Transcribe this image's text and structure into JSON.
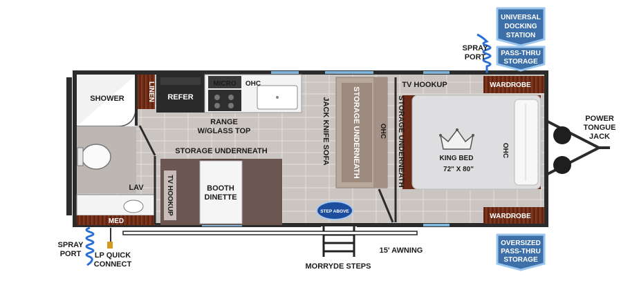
{
  "colors": {
    "floor_tile": "#cdc7c3",
    "wall": "#2b2b2b",
    "bed_blanket": "#d9d9db",
    "wood": "#6a2a16",
    "badge_fill": "#3d6fa8",
    "badge_border": "#9cc6ee",
    "hose_blue": "#2a6fd6",
    "sofa": "#9c8a7e"
  },
  "labels": {
    "shower": "SHOWER",
    "linen": "LINEN",
    "refer": "REFER",
    "micro": "MICRO",
    "ohc_kitchen": "OHC",
    "range_line1": "RANGE",
    "range_line2": "W/GLASS TOP",
    "storage_underneath_dinette": "STORAGE UNDERNEATH",
    "lav": "LAV",
    "med": "MED",
    "tv_hookup_dinette": "TV HOOKUP",
    "booth_line1": "BOOTH",
    "booth_line2": "DINETTE",
    "jack_knife_sofa": "JACK KNIFE SOFA",
    "storage_underneath_sofa": "STORAGE UNDERNEATH",
    "ohc_sofa": "OHC",
    "storage_underneath_bed": "STORAGE UNDERNEATH",
    "tv_hookup_bedroom": "TV HOOKUP",
    "king_bed": "KING BED",
    "bed_size": "72\" X 80\"",
    "ohc_bed": "OHC",
    "wardrobe_top": "WARDROBE",
    "wardrobe_bottom": "WARDROBE",
    "power_tongue_jack_1": "POWER",
    "power_tongue_jack_2": "TONGUE",
    "power_tongue_jack_3": "JACK",
    "spray_port_front_1": "SPRAY",
    "spray_port_front_2": "PORT",
    "spray_port_rear_1": "SPRAY",
    "spray_port_rear_2": "PORT",
    "lp_quick_connect_1": "LP QUICK",
    "lp_quick_connect_2": "CONNECT",
    "morryde_steps": "MORRYDE STEPS",
    "awning": "15' AWNING",
    "logo_text": "STEP ABOVE"
  },
  "badges": {
    "docking_1": "UNIVERSAL",
    "docking_2": "DOCKING",
    "docking_3": "STATION",
    "passthru_top_1": "PASS-THRU",
    "passthru_top_2": "STORAGE",
    "oversized_1": "OVERSIZED",
    "oversized_2": "PASS-THRU",
    "oversized_3": "STORAGE"
  }
}
